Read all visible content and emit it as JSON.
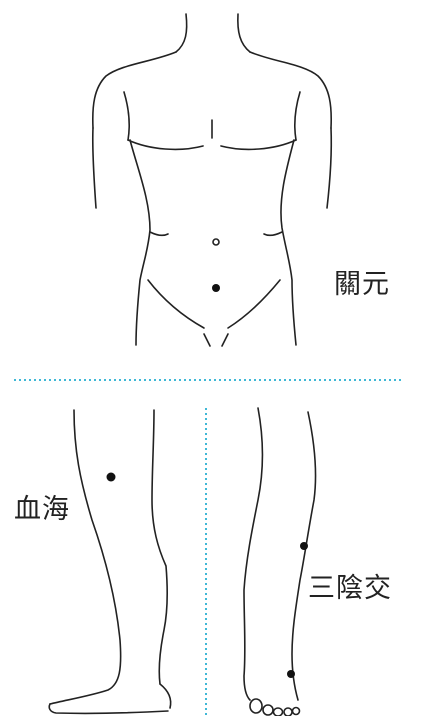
{
  "labels": {
    "guanyuan": "關元",
    "xuehai": "血海",
    "sanyinjiao": "三陰交"
  },
  "colors": {
    "outline": "#222222",
    "point": "#111111",
    "divider": "#3fb8d6",
    "background": "#ffffff"
  }
}
